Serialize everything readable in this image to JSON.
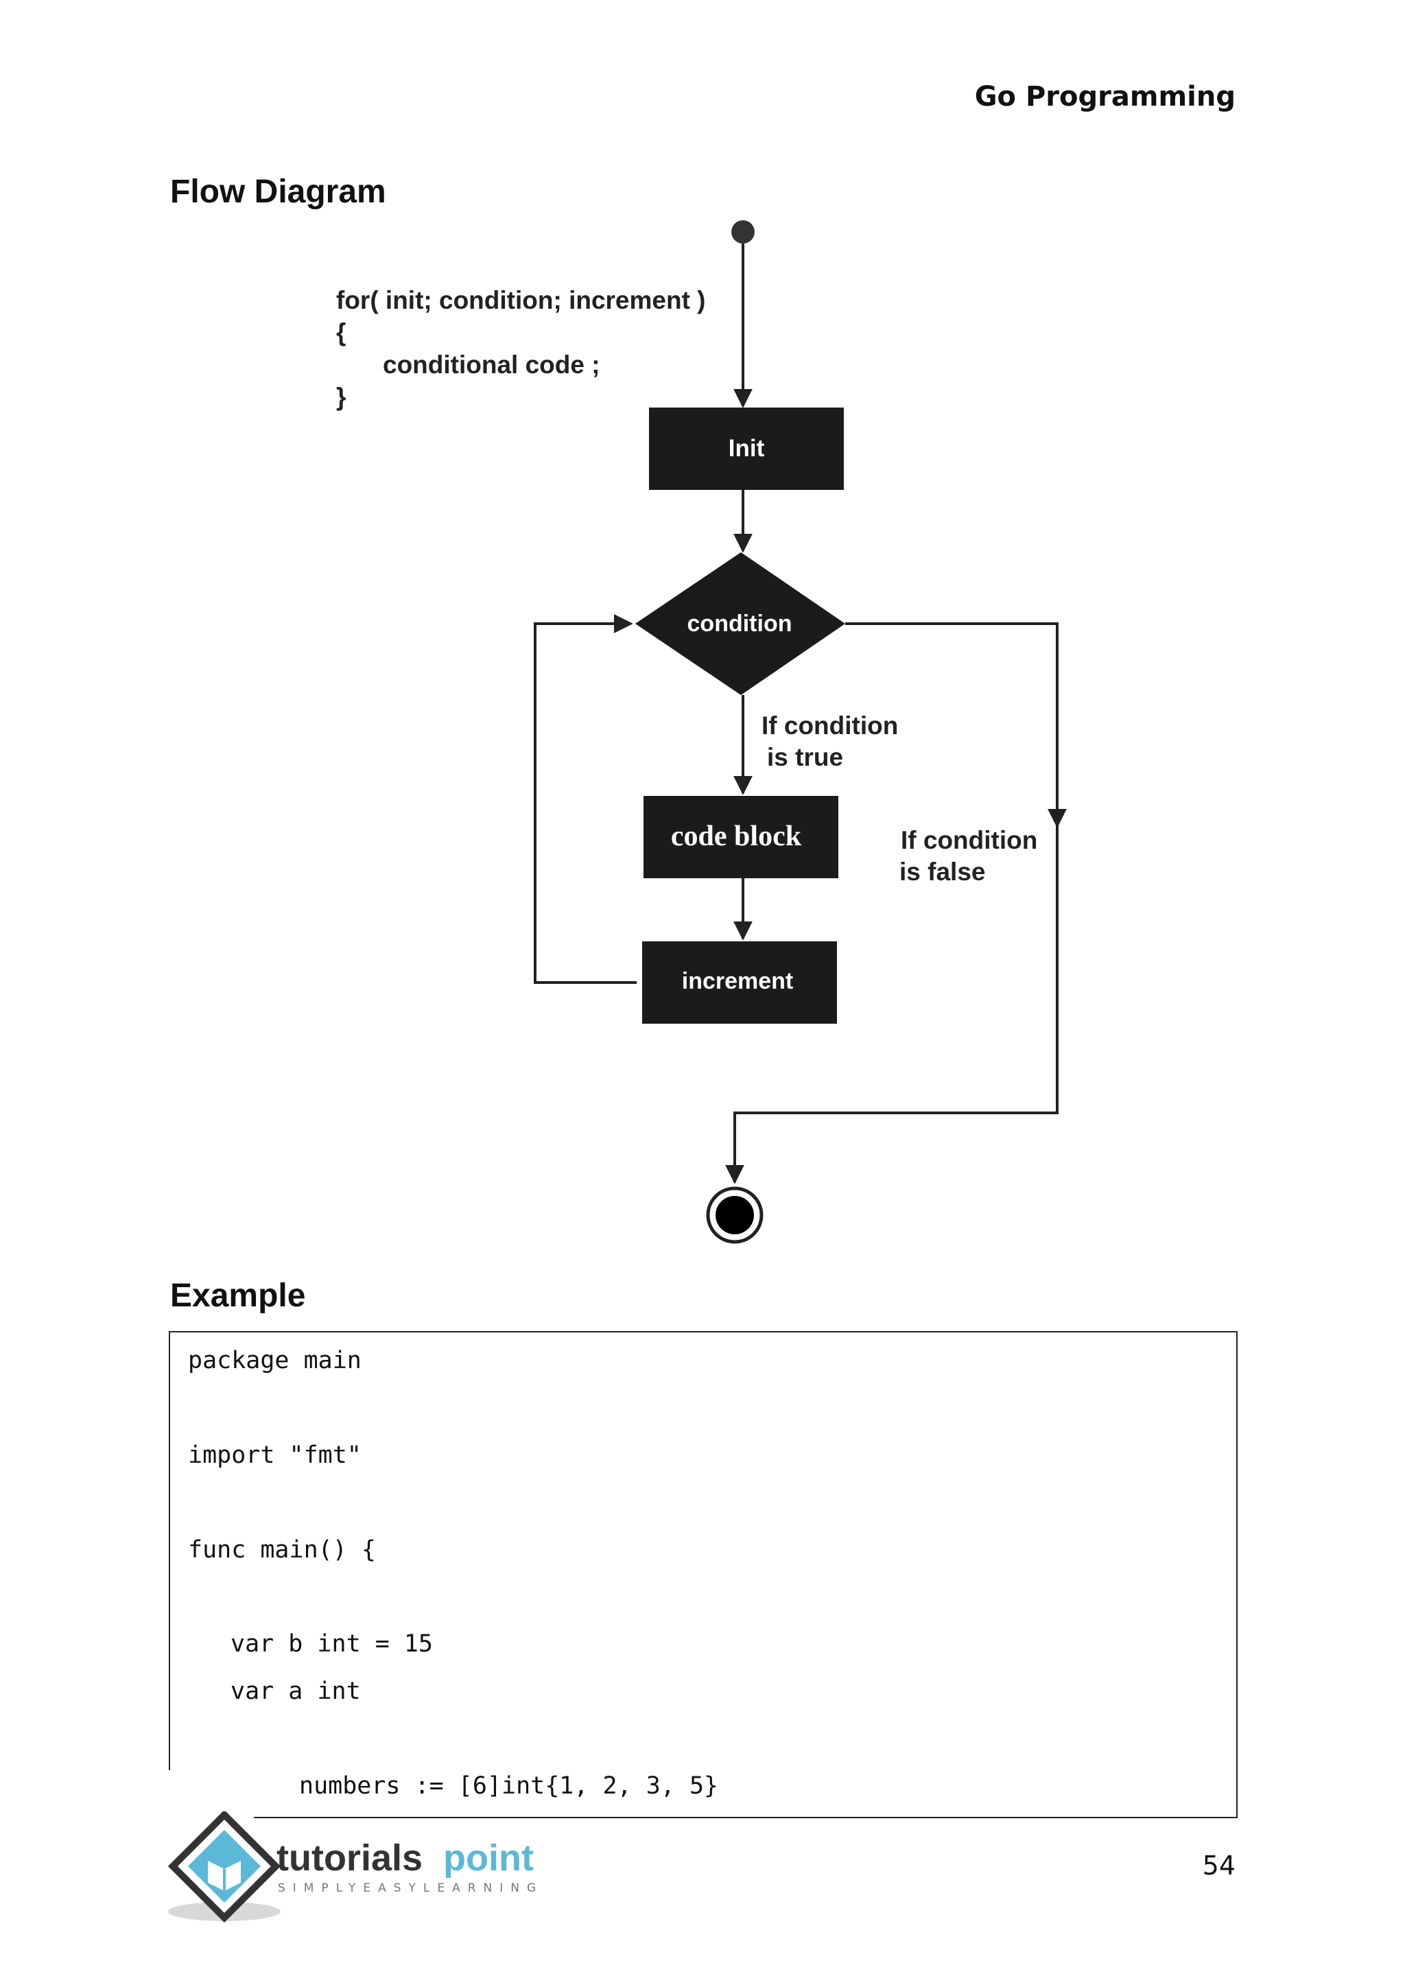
{
  "header": {
    "title": "Go Programming"
  },
  "flow_section": {
    "heading": "Flow Diagram"
  },
  "diagram": {
    "syntax": {
      "line1": "for( init; condition; increment )",
      "line2": "{",
      "line3": "conditional code ;",
      "line4": "}"
    },
    "nodes": {
      "init": "Init",
      "condition": "condition",
      "code_block": "code block",
      "increment": "increment"
    },
    "edge_labels": {
      "true_line1": "If condition",
      "true_line2": "is true",
      "false_line1": "If condition",
      "false_line2": "is false"
    }
  },
  "example_section": {
    "heading": "Example"
  },
  "code": {
    "line1": "package main",
    "line2": "import \"fmt\"",
    "line3": "func main() {",
    "line4": "var b int = 15",
    "line5": "var a int",
    "line6": "numbers := [6]int{1, 2, 3, 5}"
  },
  "footer": {
    "logo_text_primary": "tutorials",
    "logo_text_secondary": "point",
    "logo_tagline": "SIMPLYEASYLEARNING",
    "page_number": "54"
  },
  "colors": {
    "node_fill": "#1b1b1b",
    "logo_dark": "#333333",
    "logo_accent": "#5bb8d6"
  }
}
